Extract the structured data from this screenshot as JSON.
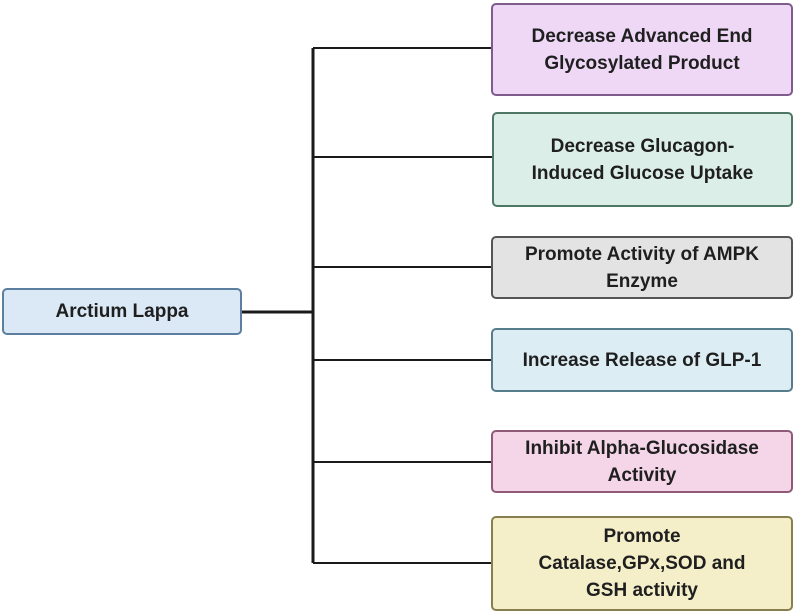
{
  "root": {
    "label": "Arctium Lappa"
  },
  "effects": [
    {
      "label": "Decrease Advanced End\nGlycosylated Product"
    },
    {
      "label": "Decrease Glucagon-\nInduced Glucose Uptake"
    },
    {
      "label": "Promote Activity of AMPK\nEnzyme"
    },
    {
      "label": "Increase Release of GLP-1"
    },
    {
      "label": "Inhibit Alpha-Glucosidase\nActivity"
    },
    {
      "label": "Promote\nCatalase,GPx,SOD and\nGSH activity"
    }
  ],
  "colors": {
    "line": "#1a1a1a",
    "root_fill": "#dbe9f6",
    "effect_fills": [
      "#eed8f6",
      "#dceee8",
      "#e3e3e3",
      "#dcedf4",
      "#f4d6e8",
      "#f4efc9"
    ]
  }
}
